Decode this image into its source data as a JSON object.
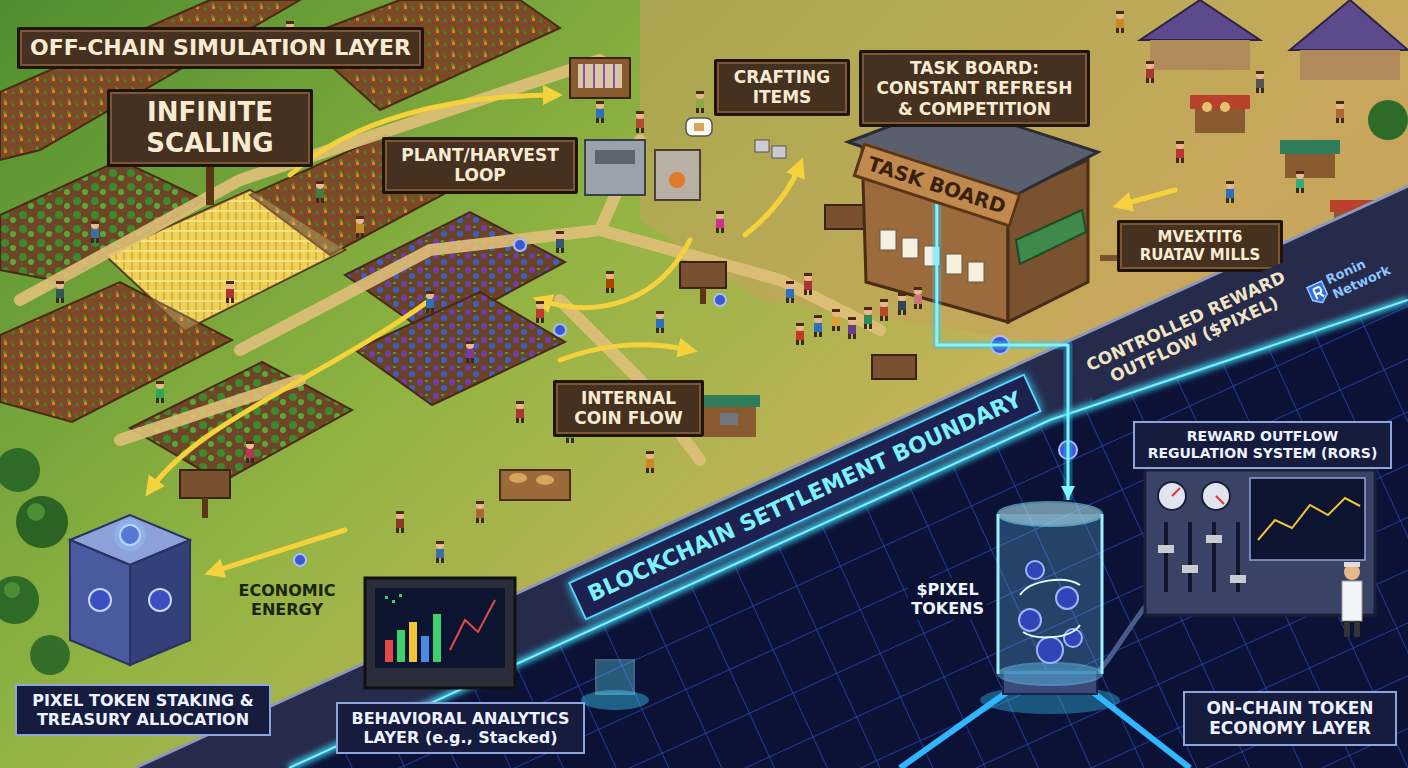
{
  "diagram": {
    "nodes": [
      {
        "text": [
          "OFF-CHAIN SIMULATION LAYER"
        ]
      },
      {
        "text": [
          "INFINITE SCALING"
        ]
      },
      {
        "text": [
          "PLANT/HARVEST LOOP"
        ]
      },
      {
        "text": [
          "CRAFTING ITEMS"
        ]
      },
      {
        "text": [
          "TASK BOARD: CONSTANT REFRESH & COMPETITION"
        ]
      },
      {
        "text": [
          "TASK BOARD"
        ]
      },
      {
        "text": [
          "MVEXTIT6 RUATAV MILLS"
        ]
      },
      {
        "text": [
          "INTERNAL COIN FLOW"
        ]
      },
      {
        "text": [
          "BLOCKCHAIN SETTLEMENT BOUNDARY"
        ]
      },
      {
        "text": [
          "$PIXEL TOKENS"
        ]
      },
      {
        "text": [
          "REWARD OUTFLOW REGULATION SYSTEM (RORS)"
        ]
      },
      {
        "text": [
          "PIXEL TOKEN STAKING & TREASURY ALLOCATION"
        ]
      },
      {
        "text": [
          "BEHAVIORAL ANALYTICS LAYER (e.g., Stacked)"
        ]
      },
      {
        "text": [
          "ON-CHAIN TOKEN ECONOMY LAYER"
        ]
      }
    ],
    "edges": [
      {
        "from": 5,
        "to": 9,
        "arrow": "to"
      }
    ],
    "labels": [
      "ECONOMIC ENERGY",
      "CONTROLLED REWARD OUTFLOW ($PIXEL)",
      "Ronin Network"
    ]
  }
}
